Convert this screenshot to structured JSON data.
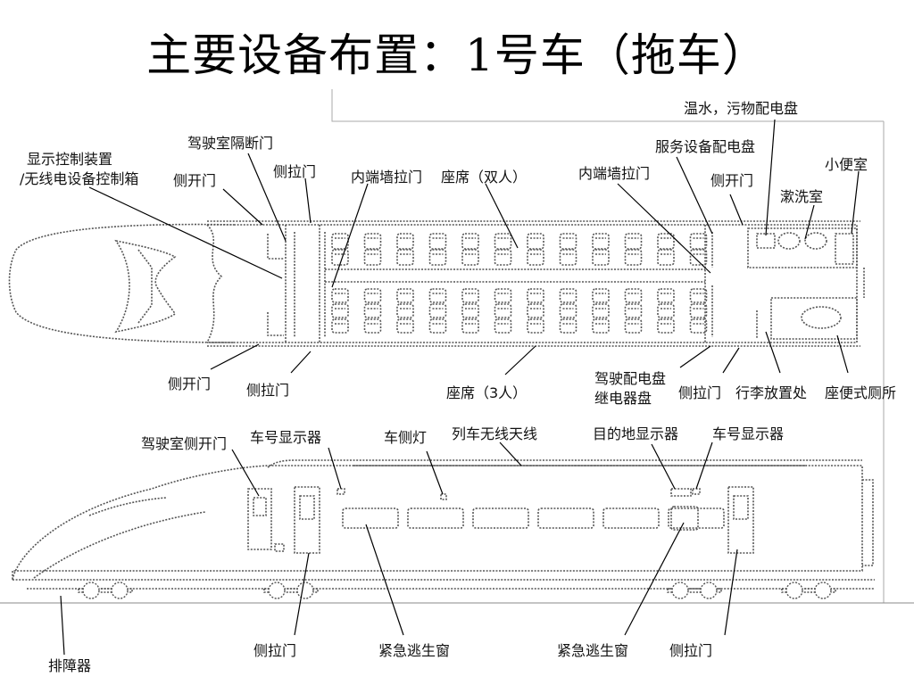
{
  "title": "主要设备布置：1号车（拖车）",
  "plan_labels": {
    "display_control": "显示控制装置",
    "radio_box": "/无线电设备控制箱",
    "cab_partition_door": "驾驶室隔断门",
    "side_door_top_left": "侧开门",
    "side_slide_top_left": "侧拉门",
    "inner_wall_door_left": "内端墙拉门",
    "seats_double": "座席（双人）",
    "inner_wall_door_right": "内端墙拉门",
    "service_panel": "服务设备配电盘",
    "side_door_top_right": "侧开门",
    "water_panel": "温水，污物配电盘",
    "urinal": "小便室",
    "washroom": "漱洗室",
    "side_door_bottom_left": "侧开门",
    "side_slide_bottom_left": "侧拉门",
    "seats_triple": "座席（3人）",
    "cab_panel": "驾驶配电盘",
    "relay_panel": "继电器盘",
    "side_slide_bottom_right": "侧拉门",
    "luggage": "行李放置处",
    "toilet": "座便式厕所"
  },
  "side_labels": {
    "cab_side_door": "驾驶室侧开门",
    "car_number_left": "车号显示器",
    "side_lamp": "车侧灯",
    "antenna": "列车无线天线",
    "destination": "目的地显示器",
    "car_number_right": "车号显示器",
    "obstacle": "排障器",
    "slide_door_left": "侧拉门",
    "escape_window_left": "紧急逃生窗",
    "escape_window_right": "紧急逃生窗",
    "slide_door_right": "侧拉门"
  }
}
